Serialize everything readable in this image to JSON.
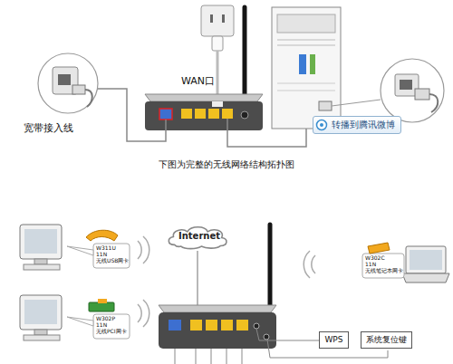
{
  "diagram": {
    "caption": "下图为完整的无线网络结构拓扑图",
    "nodes": [
      {
        "text": [
          "转播到腾讯微博"
        ]
      },
      {
        "text": [
          "Internet"
        ]
      },
      {
        "text": [
          "WPS"
        ]
      },
      {
        "text": [
          "系统复位键"
        ]
      }
    ],
    "labels": [
      "WAN口",
      "宽带接入线",
      "W311U",
      "11N",
      "无线USB网卡",
      "W302P",
      "11N",
      "无线PCI网卡",
      "W302C",
      "11N",
      "无线笔记本网卡"
    ]
  }
}
